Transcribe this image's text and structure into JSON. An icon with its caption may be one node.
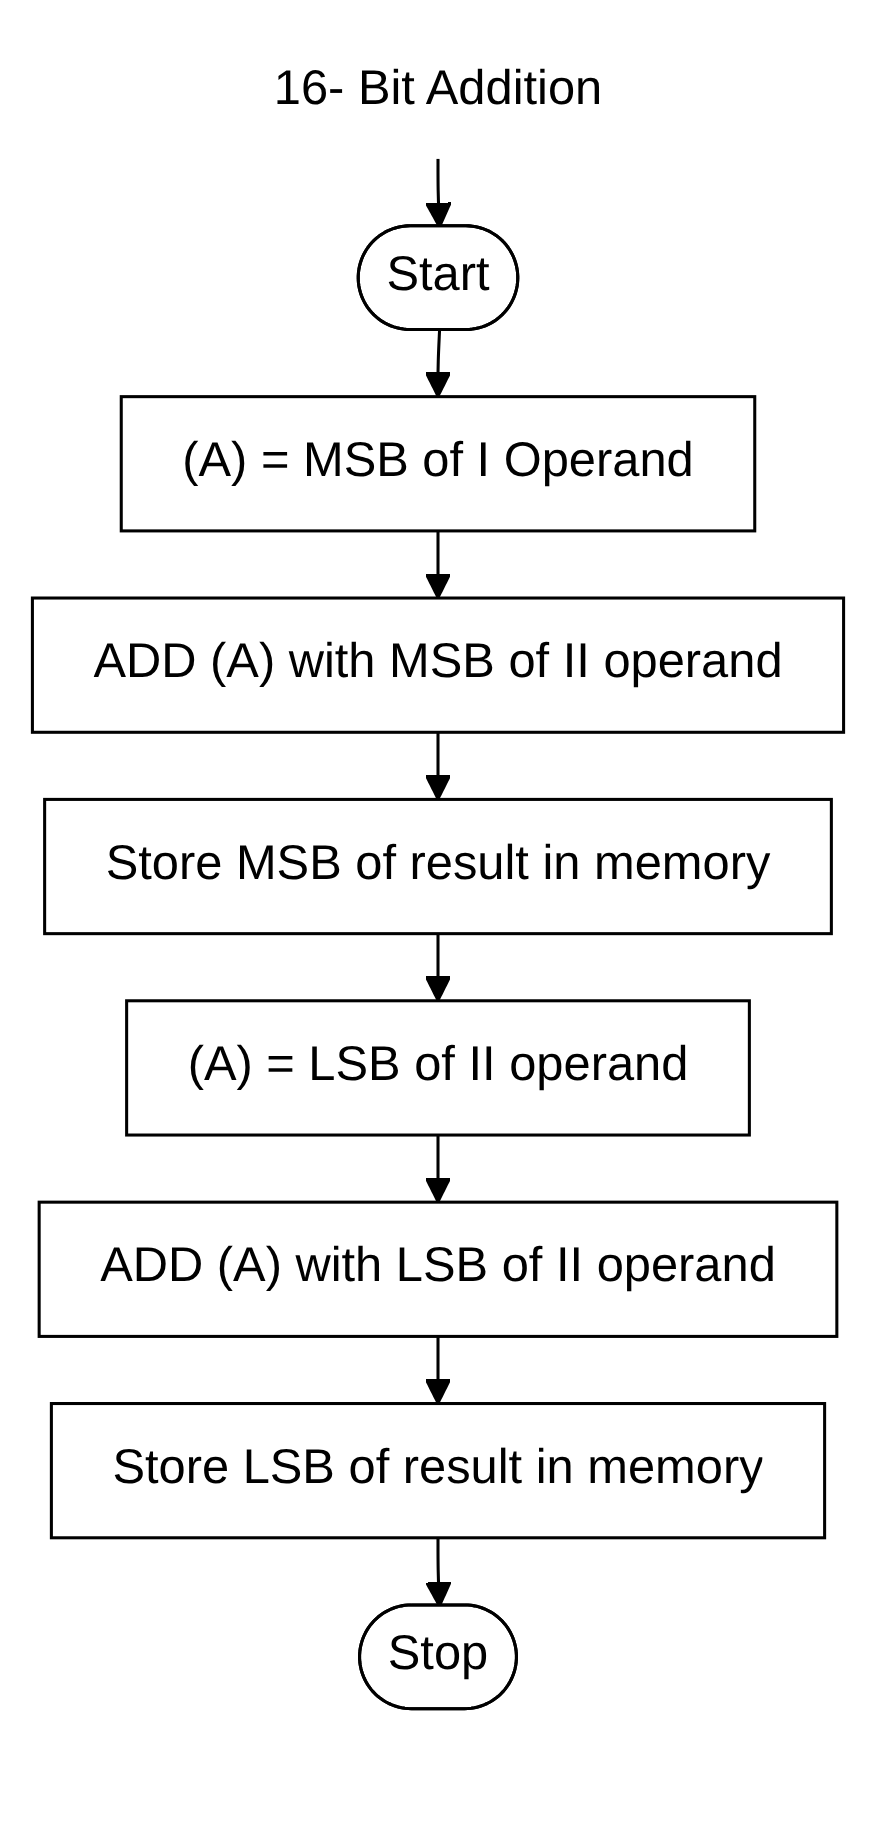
{
  "diagram": {
    "nodes": [
      {
        "text": [
          "16- Bit Addition"
        ]
      },
      {
        "text": [
          "Start"
        ]
      },
      {
        "text": [
          "(A) = MSB of I Operand"
        ]
      },
      {
        "text": [
          "ADD (A) with MSB of II operand"
        ]
      },
      {
        "text": [
          "Store MSB of result in memory"
        ]
      },
      {
        "text": [
          "(A) = LSB of II operand"
        ]
      },
      {
        "text": [
          "ADD (A) with LSB of II operand"
        ]
      },
      {
        "text": [
          "Store LSB of result in memory"
        ]
      },
      {
        "text": [
          "Stop"
        ]
      }
    ],
    "edges": [
      {
        "from": 0,
        "to": 1,
        "arrow": "to"
      },
      {
        "from": 1,
        "to": 2,
        "arrow": "to"
      },
      {
        "from": 2,
        "to": 3,
        "arrow": "to"
      },
      {
        "from": 3,
        "to": 4,
        "arrow": "to"
      },
      {
        "from": 4,
        "to": 5,
        "arrow": "to"
      },
      {
        "from": 5,
        "to": 6,
        "arrow": "to"
      },
      {
        "from": 6,
        "to": 7,
        "arrow": "to"
      },
      {
        "from": 7,
        "to": 8,
        "arrow": "to"
      }
    ]
  }
}
